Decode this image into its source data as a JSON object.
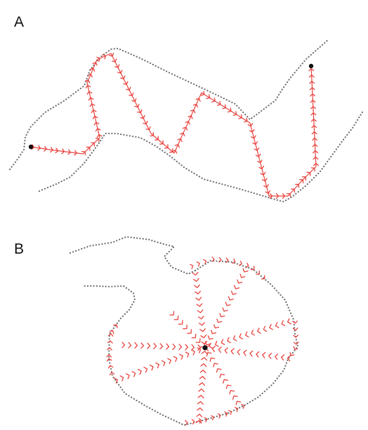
{
  "panels": [
    {
      "id": "A",
      "label": "A"
    },
    {
      "id": "B",
      "label": "B"
    }
  ],
  "colors": {
    "boundary": "#6e6e6e",
    "path": "#e8443f",
    "node": "#111111",
    "background": "#ffffff"
  }
}
